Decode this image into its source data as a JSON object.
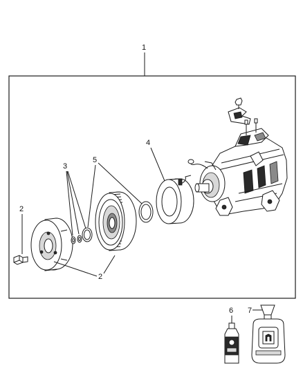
{
  "diagram": {
    "callouts": {
      "c1": "1",
      "c2_bolt": "2",
      "c2_bottom": "2",
      "c3": "3",
      "c4": "4",
      "c5": "5",
      "c6": "6",
      "c7": "7"
    },
    "colors": {
      "line": "#1a1a1a",
      "background": "#ffffff",
      "shade_dark": "#2a2a2a",
      "shade_mid": "#8a8a8a",
      "shade_light": "#d8d8d8"
    }
  }
}
